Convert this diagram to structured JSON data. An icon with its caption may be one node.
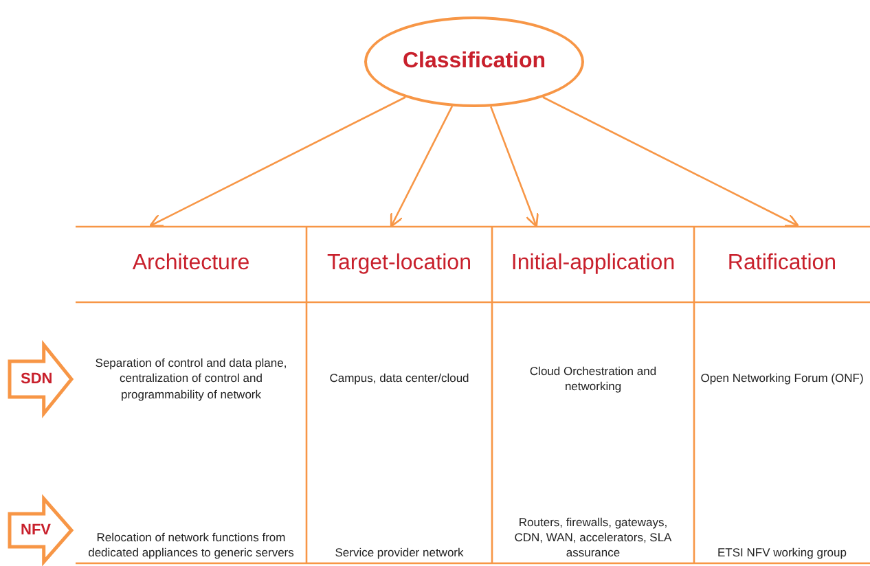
{
  "diagram": {
    "nodes": [
      {
        "text": [
          "Classification"
        ]
      },
      {
        "text": [
          "Architecture"
        ]
      },
      {
        "text": [
          "Target-location"
        ]
      },
      {
        "text": [
          "Initial-application"
        ]
      },
      {
        "text": [
          "Ratification"
        ]
      },
      {
        "text": [
          "SDN"
        ]
      },
      {
        "text": [
          "NFV"
        ]
      }
    ],
    "edges": [
      {
        "from": 0,
        "to": 1,
        "arrow": "to"
      },
      {
        "from": 0,
        "to": 2,
        "arrow": "to"
      },
      {
        "from": 0,
        "to": 3,
        "arrow": "to"
      },
      {
        "from": 0,
        "to": 4,
        "arrow": "to"
      }
    ],
    "labels": [
      "Separation of control and data plane, centralization of control and programmability of network",
      "Campus, data center/cloud",
      "Cloud Orchestration and networking",
      "Open Networking Forum (ONF)",
      "Relocation of network functions from dedicated appliances to generic servers",
      "Service provider network",
      "Routers, firewalls, gateways, CDN, WAN, accelerators, SLA assurance",
      "ETSI NFV working group"
    ]
  }
}
